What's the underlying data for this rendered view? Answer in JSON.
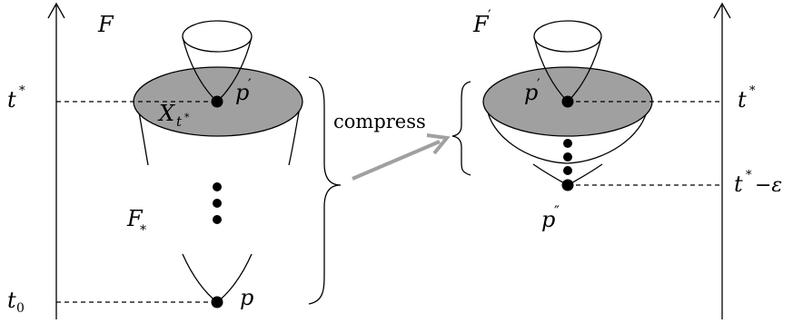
{
  "left": {
    "title": "F",
    "t_star": "t",
    "t_star_sup": "*",
    "t_zero": "t",
    "t_zero_sub": "0",
    "x_label": "X",
    "x_sub_t": "t",
    "x_sub_star": "*",
    "p_prime": "p",
    "p": "p",
    "f_star": "F",
    "f_star_sub": "*"
  },
  "arrow_label": "compress",
  "right": {
    "title": "F",
    "prime": "′",
    "t_star": "t",
    "t_star_sup": "*",
    "t_eps": "t",
    "t_eps_sup": "*",
    "t_eps_rest": "−ε",
    "p_prime": "p",
    "p_dprime": "p",
    "dprime": "″"
  },
  "prime_mark": "′",
  "colors": {
    "fill_gray": "#a0a0a0",
    "arrow_gray": "#a0a0a0",
    "ink": "#000000"
  }
}
